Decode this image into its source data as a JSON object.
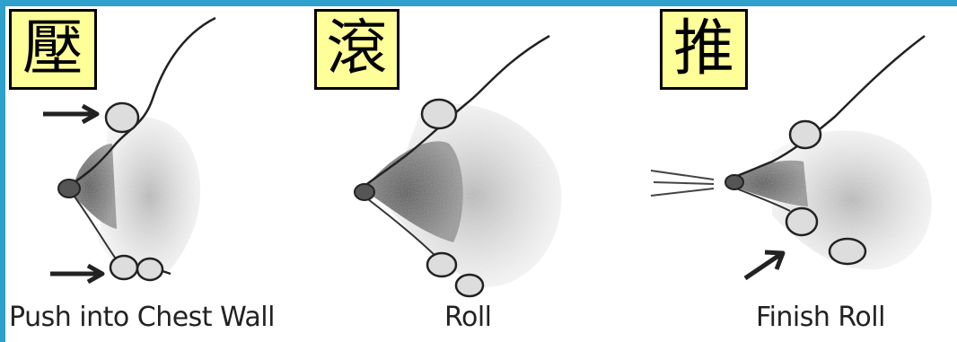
{
  "colors": {
    "frame": "#2f9fcb",
    "label_box": "#ffff99",
    "ink": "#222222",
    "shade": "#8a8a8a"
  },
  "panels": [
    {
      "char": "壓",
      "caption": "Push into Chest Wall",
      "arrows": "two arrows pointing right toward breast"
    },
    {
      "char": "滾",
      "caption": "Roll",
      "arrows": "none"
    },
    {
      "char": "推",
      "caption": "Finish Roll",
      "arrows": "one arrow pointing up-right; expression lines from nipple"
    }
  ]
}
